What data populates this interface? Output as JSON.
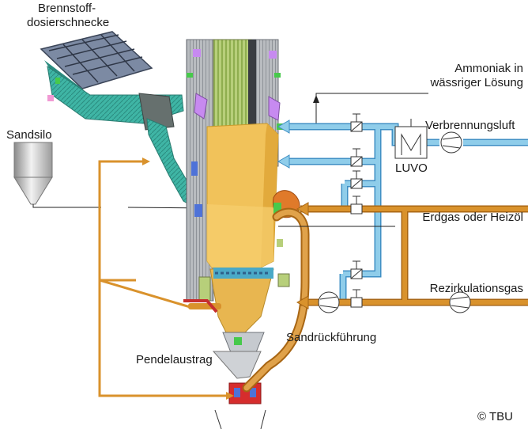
{
  "labels": {
    "fuel_screw_line1": "Brennstoff-",
    "fuel_screw_line2": "dosierschnecke",
    "sand_silo": "Sandsilo",
    "ammonia_line1": "Ammoniak in",
    "ammonia_line2": "wässriger Lösung",
    "combustion_air": "Verbrennungsluft",
    "luvo": "LUVO",
    "gas_oil": "Erdgas oder Heizöl",
    "recirculation_gas": "Rezirkulationsgas",
    "sand_return": "Sandrückführung",
    "pendulum_discharge": "Pendelaustrag",
    "copyright": "© TBU"
  },
  "colors": {
    "air_line": "#8fcdea",
    "air_line_dark": "#3f8fc4",
    "gas_line": "#d9922c",
    "gas_line_dark": "#a86614",
    "furnace": "#f1c25a",
    "feeder": "#3fb5a5",
    "wall": "#9a9a9a"
  }
}
